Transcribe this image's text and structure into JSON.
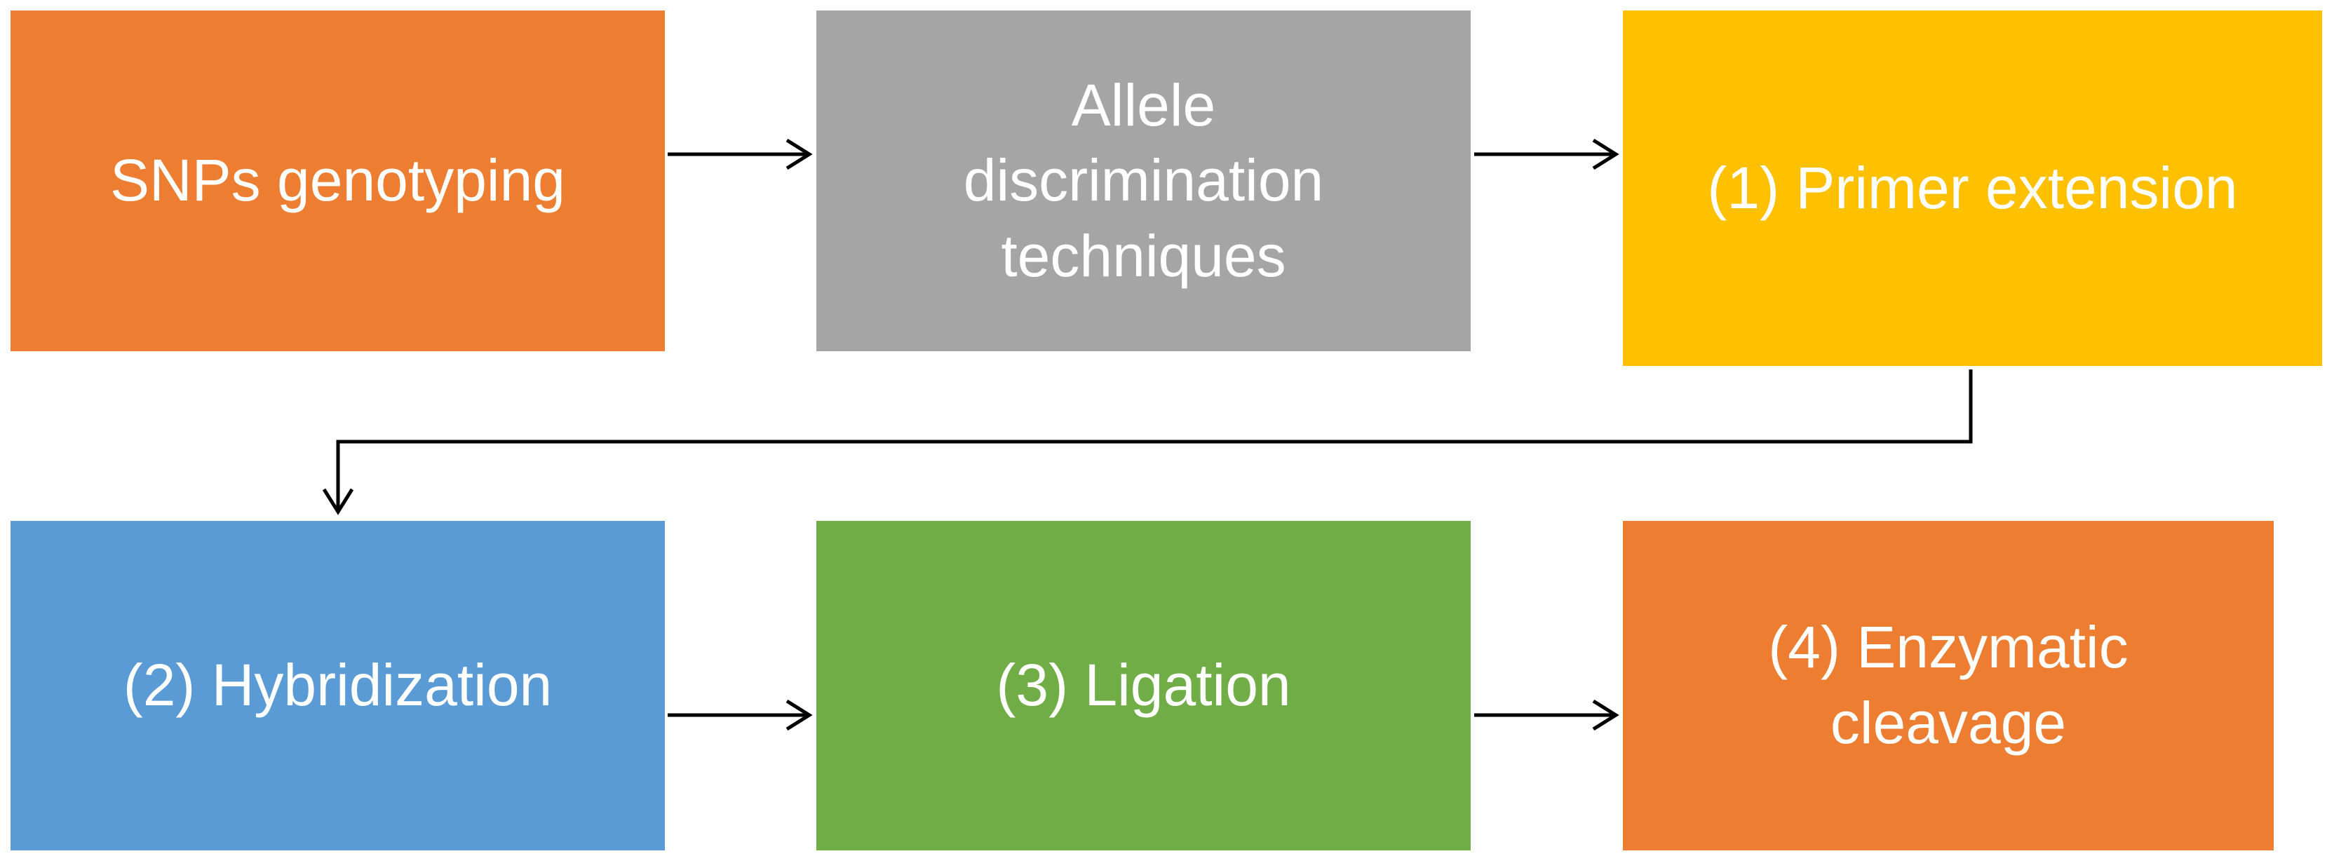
{
  "nodes": {
    "snps_genotyping": {
      "label": "SNPs genotyping",
      "color": "#ED7D31"
    },
    "allele_discrimination": {
      "label": "Allele discrimination techniques",
      "color": "#A5A5A5"
    },
    "primer_extension": {
      "label": "(1) Primer extension",
      "color": "#FFC000"
    },
    "hybridization": {
      "label": "(2) Hybridization",
      "color": "#5B9BD5"
    },
    "ligation": {
      "label": "(3) Ligation",
      "color": "#70AD47"
    },
    "enzymatic_cleavage": {
      "label": "(4) Enzymatic cleavage",
      "color": "#ED7D31"
    }
  },
  "edges": [
    {
      "from": "snps_genotyping",
      "to": "allele_discrimination"
    },
    {
      "from": "allele_discrimination",
      "to": "primer_extension"
    },
    {
      "from": "primer_extension",
      "to": "hybridization"
    },
    {
      "from": "hybridization",
      "to": "ligation"
    },
    {
      "from": "ligation",
      "to": "enzymatic_cleavage"
    }
  ],
  "arrow_color": "#000000"
}
